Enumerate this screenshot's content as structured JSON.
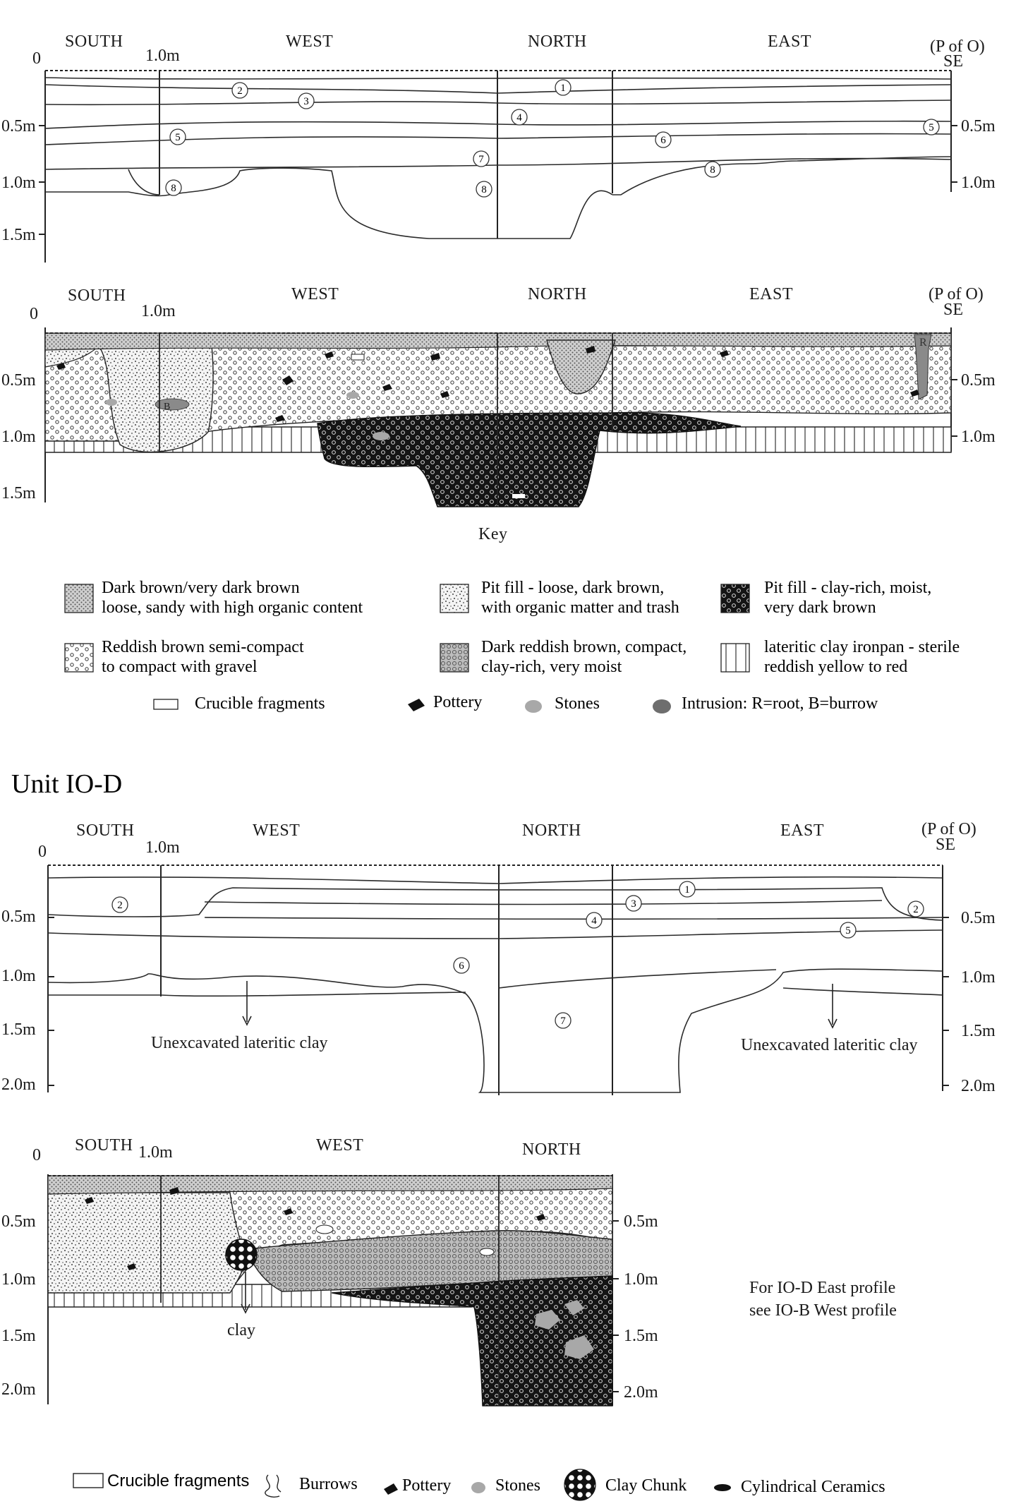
{
  "profile_common": {
    "top_scale": [
      "0",
      "0.5m",
      "1.0m",
      "1.5m"
    ],
    "io_d_scale": [
      "0",
      "0.5m",
      "1.0m",
      "1.5m",
      "2.0m"
    ],
    "p_of_o": "(P of O)",
    "se": "SE",
    "one_m": "1.0m"
  },
  "section1": {
    "directions": [
      "SOUTH",
      "WEST",
      "NORTH",
      "EAST"
    ],
    "right_scale": [
      "0.5m",
      "1.0m"
    ],
    "layer_numbers": [
      "1",
      "2",
      "3",
      "4",
      "5",
      "6",
      "7",
      "8"
    ]
  },
  "section2": {
    "directions": [
      "SOUTH",
      "WEST",
      "NORTH",
      "EAST"
    ],
    "right_scale": [
      "0.5m",
      "1.0m"
    ],
    "root_mark": "R",
    "burrow_mark": "B"
  },
  "key": {
    "title": "Key",
    "items": [
      {
        "line1": "Dark brown/very dark brown",
        "line2": "loose, sandy with high organic content"
      },
      {
        "line1": "Pit fill - loose, dark brown,",
        "line2": "with organic matter and trash"
      },
      {
        "line1": "Pit fill - clay-rich, moist,",
        "line2": "very dark brown"
      },
      {
        "line1": "Reddish brown semi-compact",
        "line2": "to compact with gravel"
      },
      {
        "line1": "Dark reddish brown, compact,",
        "line2": "clay-rich, very moist"
      },
      {
        "line1": "lateritic clay ironpan - sterile",
        "line2": "reddish yellow to red"
      }
    ],
    "symbols": [
      "Crucible fragments",
      "Pottery",
      "Stones",
      "Intrusion: R=root, B=burrow"
    ]
  },
  "unit_iod": {
    "title": "Unit IO-D",
    "section3": {
      "directions": [
        "SOUTH",
        "WEST",
        "NORTH",
        "EAST"
      ],
      "right_scale": [
        "0.5m",
        "1.0m",
        "1.5m",
        "2.0m"
      ],
      "unexcavated": "Unexcavated lateritic clay",
      "layer_numbers": [
        "1",
        "2",
        "3",
        "4",
        "5",
        "6",
        "7"
      ]
    },
    "section4": {
      "directions": [
        "SOUTH",
        "WEST",
        "NORTH"
      ],
      "right_scale": [
        "0.5m",
        "1.0m",
        "1.5m",
        "2.0m"
      ],
      "clay": "clay",
      "note_line1": "For IO-D East profile",
      "note_line2": "see IO-B West profile"
    },
    "bottom_key": [
      "Crucible fragments",
      "Burrows",
      "Pottery",
      "Stones",
      "Clay Chunk",
      "Cylindrical Ceramics"
    ]
  }
}
